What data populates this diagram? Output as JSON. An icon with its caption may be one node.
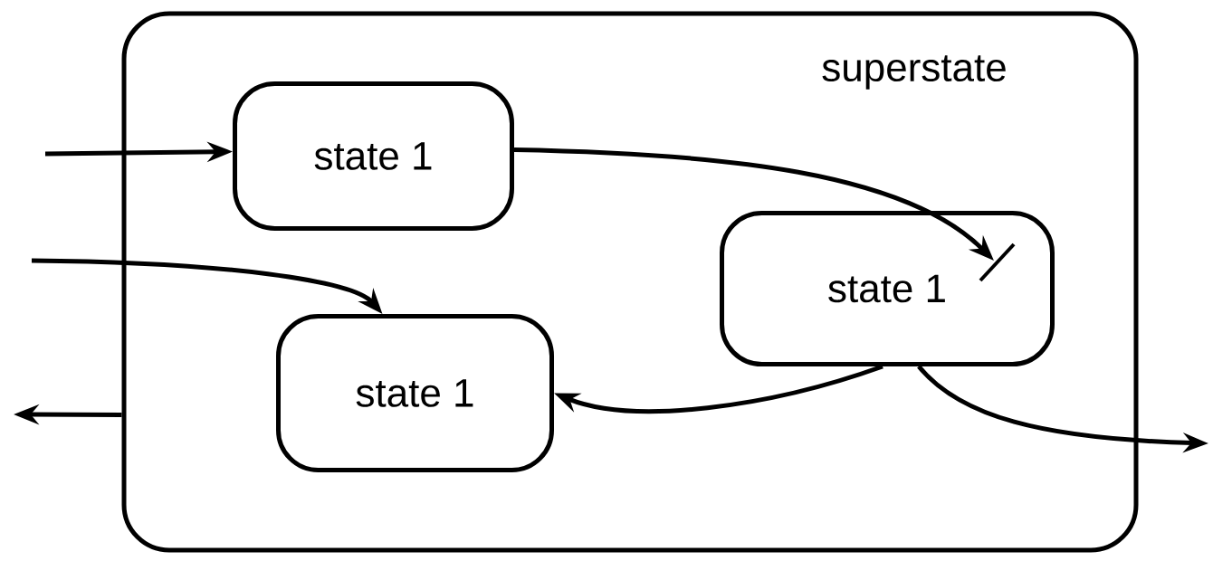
{
  "diagram": {
    "nodes": [
      {
        "text": [
          "superstate"
        ]
      },
      {
        "text": [
          "state 1"
        ],
        "in": 0
      },
      {
        "text": [
          "state 1"
        ],
        "in": 0
      },
      {
        "text": [
          "state 1"
        ],
        "in": 0
      }
    ],
    "edges": [
      {
        "from": null,
        "to": 1,
        "arrow": "to"
      },
      {
        "from": null,
        "to": 3,
        "arrow": "to"
      },
      {
        "from": 1,
        "to": 2,
        "arrow": "to"
      },
      {
        "from": 2,
        "to": 3,
        "arrow": "to"
      },
      {
        "from": 2,
        "to": null,
        "arrow": "to"
      },
      {
        "from": 0,
        "to": null,
        "arrow": "to"
      }
    ]
  }
}
